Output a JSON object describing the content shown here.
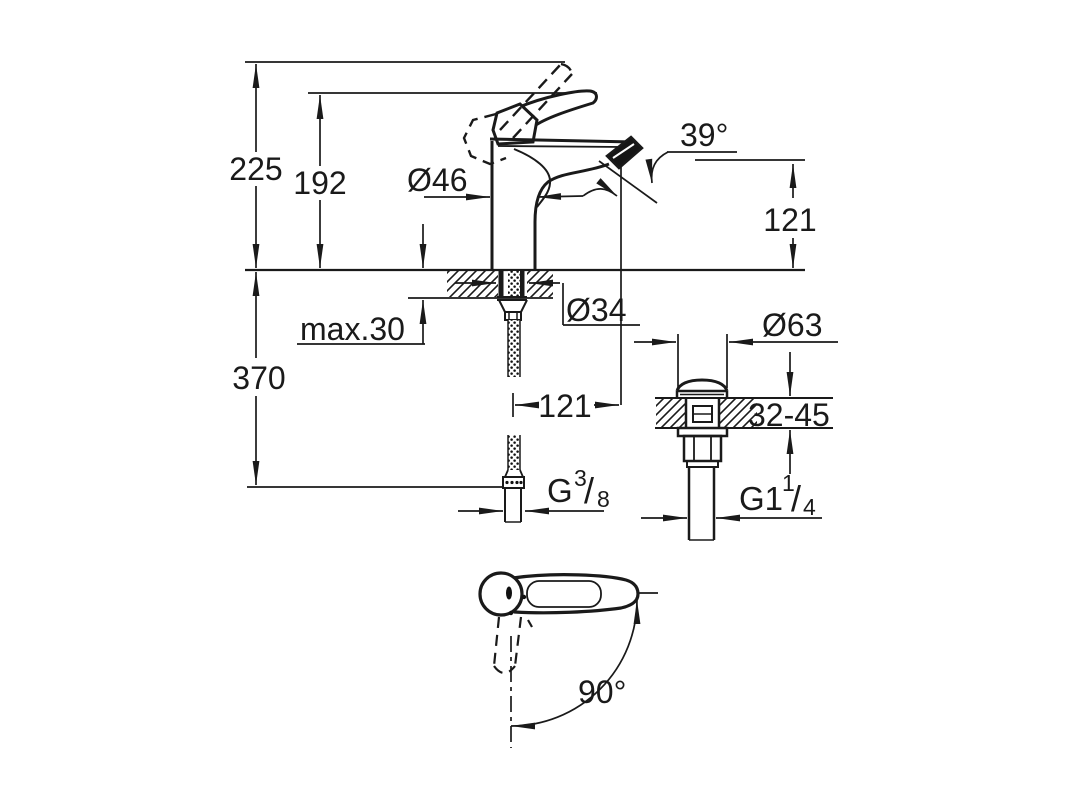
{
  "page": {
    "background": "#ffffff",
    "line_color": "#1a1a1a",
    "drawing_type": "faucet installation dimension drawing"
  },
  "labels": {
    "total_height": "225",
    "lever_height": "192",
    "body_diameter": "Ø46",
    "spout_angle": "39°",
    "outlet_height": "121",
    "max_mounting_thickness": "max.30",
    "hole_diameter": "Ø34",
    "height_below_deck": "370",
    "spout_reach": "121",
    "waste_cap_diameter": "Ø63",
    "waste_mounting_range": "32-45",
    "supply_thread_main": "G",
    "supply_thread_sup": "3",
    "supply_thread_slash": "/",
    "supply_thread_sub": "8",
    "waste_thread_main": "G1",
    "waste_thread_sup": "1",
    "waste_thread_slash": "/",
    "waste_thread_sub": "4",
    "handle_swivel_angle": "90°"
  }
}
